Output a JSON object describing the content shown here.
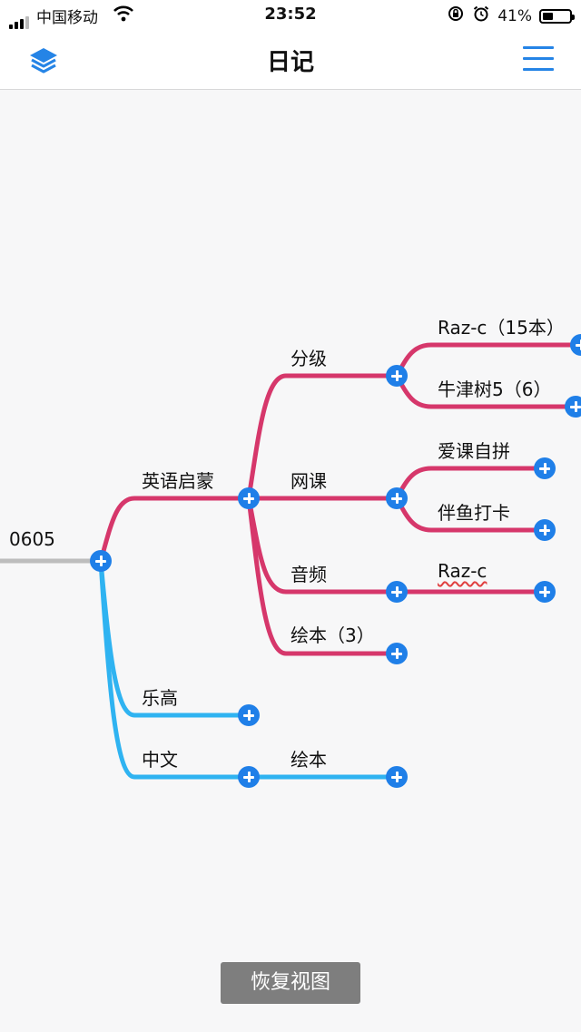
{
  "status_bar": {
    "carrier": "中国移动",
    "time": "23:52",
    "battery_percent": "41%",
    "battery_level": 0.41
  },
  "header": {
    "title": "日记",
    "accent_color": "#2584e6"
  },
  "mindmap": {
    "colors": {
      "pink": "#d6376b",
      "blue": "#2fb3f1",
      "root": "#bdbdbd",
      "node": "#1f7fe8"
    },
    "root": "0605",
    "english": "英语启蒙",
    "english_children": {
      "leveled": "分级",
      "leveled_items": [
        "Raz-c（15本）",
        "牛津树5（6）"
      ],
      "online": "网课",
      "online_items": [
        "爱课自拼",
        "伴鱼打卡"
      ],
      "audio": "音频",
      "audio_item": "Raz-c",
      "picture_books": "绘本（3）"
    },
    "lego": "乐高",
    "chinese": "中文",
    "chinese_item": "绘本"
  },
  "restore_button": "恢复视图"
}
